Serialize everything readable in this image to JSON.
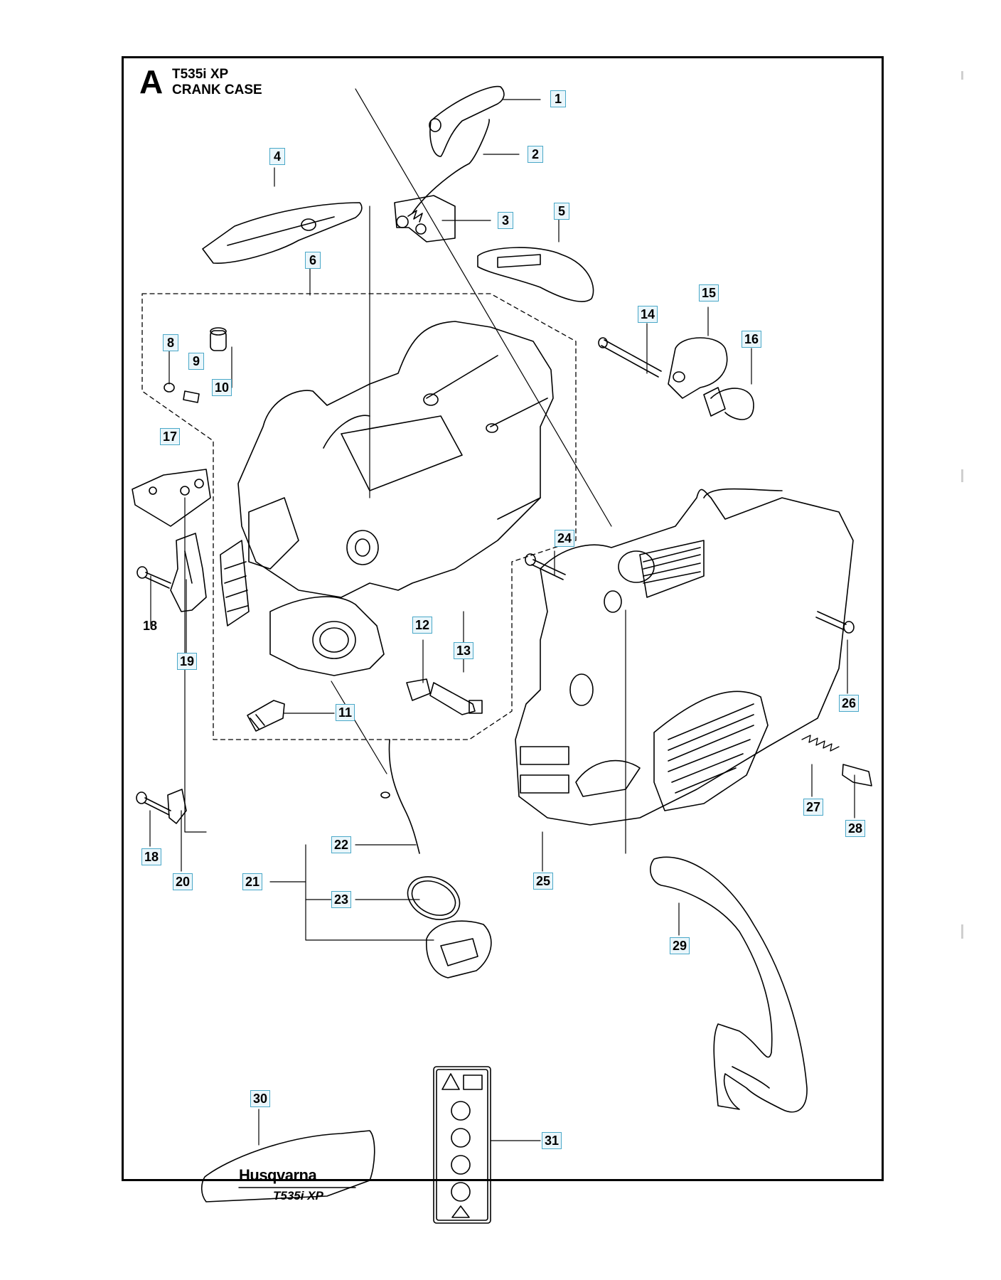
{
  "header": {
    "section_letter": "A",
    "model": "T535i XP",
    "title": "CRANK CASE"
  },
  "callouts": [
    {
      "id": "1",
      "label": "1"
    },
    {
      "id": "2",
      "label": "2"
    },
    {
      "id": "3",
      "label": "3"
    },
    {
      "id": "4",
      "label": "4"
    },
    {
      "id": "5",
      "label": "5"
    },
    {
      "id": "6",
      "label": "6"
    },
    {
      "id": "8",
      "label": "8"
    },
    {
      "id": "9",
      "label": "9"
    },
    {
      "id": "10",
      "label": "10"
    },
    {
      "id": "11",
      "label": "11"
    },
    {
      "id": "12",
      "label": "12"
    },
    {
      "id": "13",
      "label": "13"
    },
    {
      "id": "14",
      "label": "14"
    },
    {
      "id": "15",
      "label": "15"
    },
    {
      "id": "16",
      "label": "16"
    },
    {
      "id": "17",
      "label": "17"
    },
    {
      "id": "18a",
      "label": "18"
    },
    {
      "id": "19",
      "label": "19"
    },
    {
      "id": "18b",
      "label": "18"
    },
    {
      "id": "20",
      "label": "20"
    },
    {
      "id": "21",
      "label": "21"
    },
    {
      "id": "22",
      "label": "22"
    },
    {
      "id": "23",
      "label": "23"
    },
    {
      "id": "24",
      "label": "24"
    },
    {
      "id": "25",
      "label": "25"
    },
    {
      "id": "26",
      "label": "26"
    },
    {
      "id": "27",
      "label": "27"
    },
    {
      "id": "28",
      "label": "28"
    },
    {
      "id": "29",
      "label": "29"
    },
    {
      "id": "30",
      "label": "30"
    },
    {
      "id": "31",
      "label": "31"
    }
  ],
  "decal": {
    "brand": "Husqvarna",
    "model_mark": "T535i XP"
  }
}
